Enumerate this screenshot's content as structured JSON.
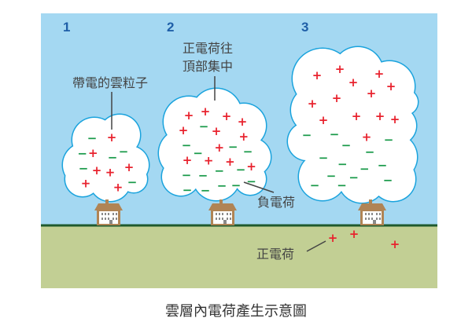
{
  "stages": [
    {
      "number": "1"
    },
    {
      "number": "2"
    },
    {
      "number": "3"
    }
  ],
  "labels": {
    "charged_particles": "帶電的雲粒子",
    "positive_top_line1": "正電荷往",
    "positive_top_line2": "頂部集中",
    "negative_charge": "負電荷",
    "ground_positive_charge": "正電荷"
  },
  "symbols": {
    "plus": "+",
    "minus": "−"
  },
  "caption": "雲層內電荷產生示意圖",
  "colors": {
    "sky": "#a4d8f2",
    "ground": "#c2cf94",
    "ground_line": "#1f5a2e",
    "cloud_outline": "#1aa3dd",
    "plus": "#e8222e",
    "minus": "#1a9a4a",
    "house": "#b08455"
  }
}
